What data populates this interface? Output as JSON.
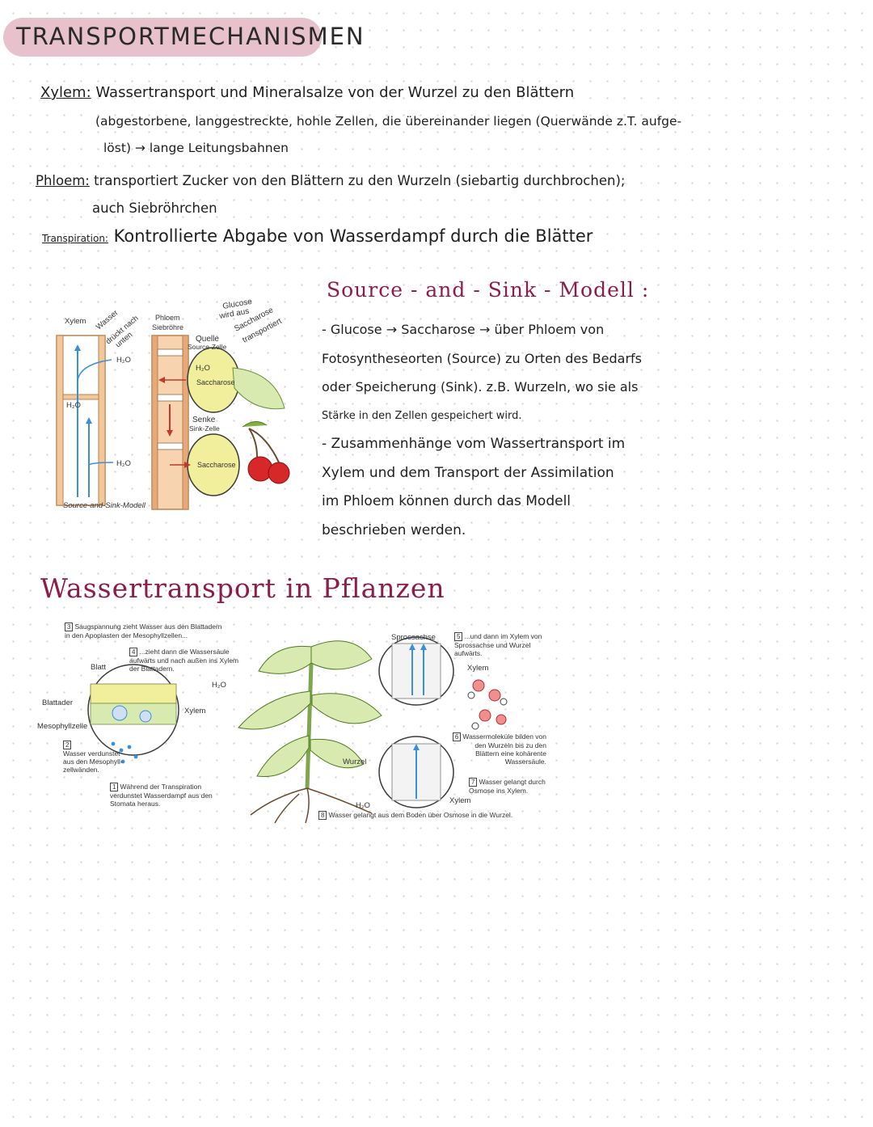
{
  "title": "TRANSPORTMECHANISMEN",
  "xylem": {
    "term": "Xylem:",
    "line1": "Wassertransport und Mineralsalze von der Wurzel zu den Blättern",
    "line2": "(abgestorbene, langgestreckte, hohle Zellen, die übereinander liegen (Querwände z.T. aufge-",
    "line3": "löst) → lange Leitungsbahnen"
  },
  "phloem": {
    "term": "Phloem:",
    "line1": "transportiert Zucker von den Blättern zu den Wurzeln (siebartig durchbrochen);",
    "line2": "auch Siebröhrchen"
  },
  "transpiration": {
    "term": "Transpiration:",
    "text": "Kontrollierte Abgabe von Wasserdampf durch die Blätter"
  },
  "source_sink_diagram": {
    "xylem": "Xylem",
    "wasser": "Wasser",
    "drueckt": "drückt nach",
    "unten": "unten",
    "phloem": "Phloem",
    "siebroehre": "Siebröhre",
    "glucose": "Glucose",
    "wird_aus": "wird aus",
    "saccharose": "Saccharose",
    "transportiert": "transportiert",
    "quelle": "Quelle",
    "source_zelle": "Source-Zelle",
    "h2o": "H₂O",
    "saccharose_cell": "Saccharose",
    "senke": "Senke",
    "sink_zelle": "Sink-Zelle",
    "caption": "Source-and-Sink-Modell"
  },
  "source_sink_notes": {
    "title": "Source - and - Sink - Modell :",
    "lines": [
      "- Glucose → Saccharose → über Phloem von",
      "Fotosyntheseorten (Source) zu Orten des Bedarfs",
      "oder Speicherung (Sink). z.B. Wurzeln, wo sie als",
      "Stärke in den Zellen gespeichert wird.",
      "- Zusammenhänge vom Wassertransport im",
      "Xylem und dem Transport der Assimilation",
      "im Phloem können durch das Modell",
      "beschrieben werden."
    ]
  },
  "water_transport": {
    "title": "Wassertransport in Pflanzen",
    "step3_num": "3",
    "step3": "Saugspannung zieht Wasser aus den Blattadern in den Apoplasten der Mesophyllzellen...",
    "step4_num": "4",
    "step4": "...zieht dann die Wassersäule aufwärts und nach außen ins Xylem der Blattadern.",
    "blatt": "Blatt",
    "blattader": "Blattader",
    "mesophyllzelle": "Mesophyllzelle",
    "xylem_leaf": "Xylem",
    "h2o_top": "H₂O",
    "step2_num": "2",
    "step2": "Wasser verdunstet aus den Mesophyll-zellwänden.",
    "step1_num": "1",
    "step1": "Während der Transpiration verdunstet Wasserdampf aus den Stomata heraus.",
    "sprossachse": "Sprossachse",
    "step5_num": "5",
    "step5": "...und dann im Xylem von Sprossachse und Wurzel aufwärts.",
    "xylem_stem": "Xylem",
    "step6_num": "6",
    "step6": "Wassermoleküle bilden von den Wurzeln bis zu den Blättern eine kohärente Wassersäule.",
    "wurzel": "Wurzel",
    "step7_num": "7",
    "step7": "Wasser gelangt durch Osmose ins Xylem.",
    "xylem_root": "Xylem",
    "h2o_bottom": "H₂O",
    "step8_num": "8",
    "step8": "Wasser gelangt aus dem Boden über Osmose in die Wurzel."
  },
  "colors": {
    "pill": "#e7c2cc",
    "heading": "#8c1d4b",
    "xylem_wall": "#f2c79a",
    "cell_yellow": "#f2ef9c",
    "leaf_green": "#d9eab0",
    "water_blue": "#3b8fd6"
  }
}
